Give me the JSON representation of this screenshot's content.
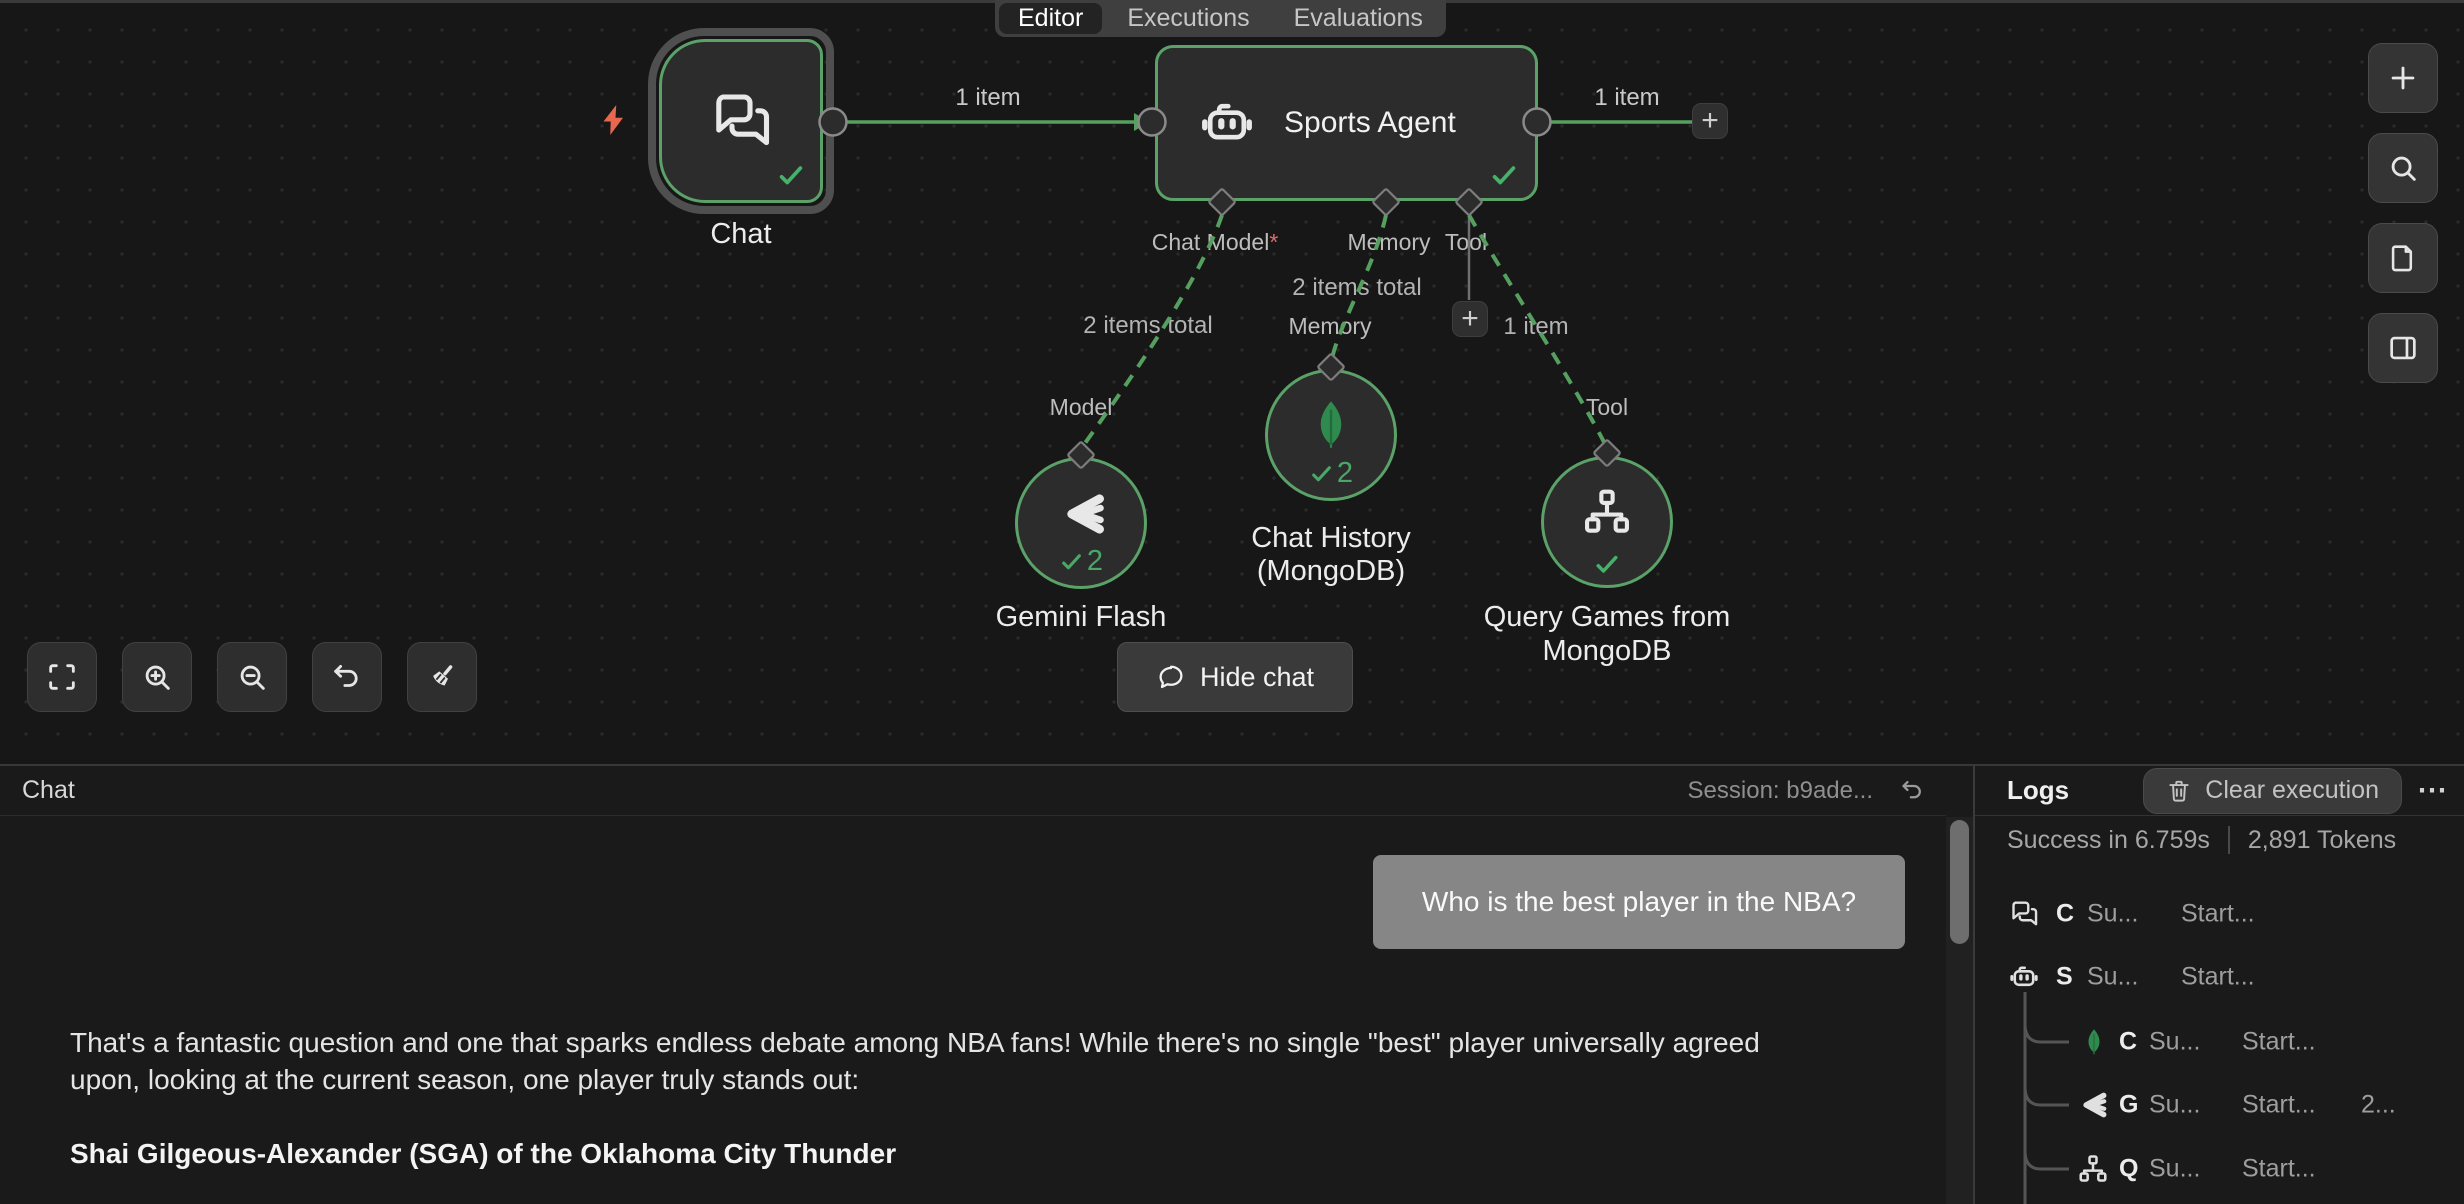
{
  "icons": {
    "plus": "+",
    "more": "⋯"
  },
  "tabs": {
    "items": [
      {
        "label": "Editor"
      },
      {
        "label": "Executions"
      },
      {
        "label": "Evaluations"
      }
    ]
  },
  "workflow": {
    "chat_node_label": "Chat",
    "agent_node_label": "Sports Agent",
    "model_node_label": "Gemini Flash",
    "memory_node_line1": "Chat History",
    "memory_node_line2": "(MongoDB)",
    "tool_node_line1": "Query Games from",
    "tool_node_line2": "MongoDB",
    "port_chat_model": "Chat Model",
    "port_required_mark": "*",
    "port_memory": "Memory",
    "port_tool": "Tool",
    "sub_port_model": "Model",
    "sub_port_memory": "Memory",
    "sub_port_tool": "Tool",
    "conn_chat_agent": "1 item",
    "conn_agent_out": "1 item",
    "conn_model_total": "2 items total",
    "conn_memory_total": "2 items total",
    "conn_tool_items": "1 item",
    "model_run_count": "2",
    "memory_run_count": "2",
    "hide_chat_label": "Hide chat"
  },
  "chat": {
    "title": "Chat",
    "session": "Session: b9ade...",
    "user_message": "Who is the best player in the NBA?",
    "answer_paragraph": "That's a fantastic question and one that sparks endless debate among NBA fans! While there's no single \"best\" player universally agreed upon, looking at the current season, one player truly stands out:",
    "answer_bold": "Shai Gilgeous-Alexander (SGA) of the Oklahoma City Thunder"
  },
  "logs": {
    "title": "Logs",
    "clear_button": "Clear execution",
    "status": "Success in 6.759s",
    "tokens": "2,891 Tokens",
    "rows": [
      {
        "name": "C",
        "status": "Su...",
        "started": "Start...",
        "extra": ""
      },
      {
        "name": "S",
        "status": "Su...",
        "started": "Start...",
        "extra": ""
      },
      {
        "name": "C",
        "status": "Su...",
        "started": "Start...",
        "extra": ""
      },
      {
        "name": "G",
        "status": "Su...",
        "started": "Start...",
        "extra": "2..."
      },
      {
        "name": "Q",
        "status": "Su...",
        "started": "Start...",
        "extra": ""
      }
    ]
  }
}
